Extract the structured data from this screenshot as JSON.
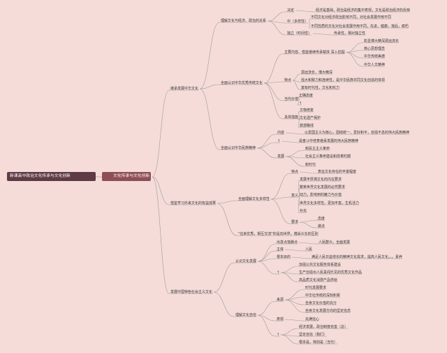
{
  "root": {
    "label": "新课高中政治文化传承与文化创新"
  },
  "main": {
    "label": "文化传承与文化创新"
  },
  "nodes": {
    "b1": "继承发展中华文化",
    "b1_1": "理解文化与经济、政治的关系",
    "b1_1_1": "决定",
    "b1_1_1_1": "经济是基础，政治是经济的集中表现，文化是政治经济的反映",
    "b1_1_2": "中（多样性）",
    "b1_1_2_1": "不同文化对经济政治影响不同，对社会发展作用不同",
    "b1_1_2_2": "不同性质的文化对社会发展作用不同，先进，健康，落后，腐朽",
    "b1_1_3": "独立（时间性）",
    "b1_1_3_1": "传承性，相对独立性",
    "b1_2": "全面认识中华优秀传统文化",
    "b1_2_1": "主要内容、借鉴继续传承载体 深入挖掘",
    "b1_2_1_1": "彰显博大精深源远流长",
    "b1_2_1_2": "核心思想理念",
    "b1_2_1_3": "中华传统美德",
    "b1_2_1_4": "中华人文精神",
    "b1_2_2": "特点",
    "b1_2_2_1": "源远流长，博大精深",
    "b1_2_2_2": "强大和致力和连续性，是中华民族共同文化创造的体现",
    "b1_2_2_3": "富有时代性，文化和实力",
    "b1_2_3": "当代价值",
    "b1_2_3_1": "正确态度",
    "b1_2_3_2": "↑",
    "b1_2_4": "具体措施",
    "b1_2_4_1": "文物修复",
    "b1_2_4_2": "文化遗产保护",
    "b1_2_4_3": "旅游路线",
    "b1_3": "全面认识中华民族精神",
    "b1_3_1": "内容",
    "b1_3_1_1": "以爱国主义为核心，团结统一，爱好和平，自强不息的伟大民族精神",
    "b1_3_2": "↑",
    "b1_3_2_1": "是奋斗中培育继承发展的伟大民族精神",
    "b1_3_3": "发展",
    "b1_3_3_1": "新民主主义革命",
    "b1_3_3_2": "社会主义革命建设和改革时期",
    "b1_3_3_3": "新时代",
    "b2": "借鉴学习外来文化的有益成果",
    "b2_1": "全面理解文化多样性",
    "b2_1_1": "特点",
    "b2_1_1_1": "表征文化存在的丰富程度",
    "b2_1_2": "意义",
    "b2_1_2_1": "发展丰厚溯文化的内在要求",
    "b2_1_2_2": "繁荣世界文化发展的必然要求",
    "b2_1_2_3": "动力，影响到的魅力与价值",
    "b2_1_2_4": "世界文化多样性，更加丰富，生机活力",
    "b2_1_2_5": "补充",
    "b2_1_3": "要求",
    "b2_1_3_1": "态度",
    "b2_1_3_2": "做法",
    "b2_2": "\"往来优秀，相互交流\"你是向世界，博采众长的区别",
    "b3": "发展中国特色社会主义文化",
    "b3_1": "认识文化发展",
    "b3_1_1": "出发点落脚点",
    "b3_1_1_1": "人民群众，全面发展",
    "b3_1_2": "主体",
    "b3_1_2_1": "人民",
    "b3_1_3": "根本目的",
    "b3_1_3_1": "满足人民日益增长的精神文化需求，提高人民文化。。。素养",
    "b3_1_4": "↑",
    "b3_1_4_1": "加强公共文化服务体系建设",
    "b3_1_4_2": "生产创造出人民喜闻乐见的优秀文化作品",
    "b3_1_4_3": "高品质文化消费产品供给",
    "b3_2": "理解文化自信",
    "b3_2_1": "来源",
    "b3_2_1_1": "时代发展要求",
    "b3_2_1_2": "中华社传统的深刻积累",
    "b3_2_1_3": "自身文化价值的充分",
    "b3_2_1_4": "自身文化发展方向的坚定信念",
    "b3_2_2": "表现",
    "b3_2_2_1": "充满信心",
    "b3_2_3": "↑",
    "b3_2_3_1": "经济发展，政治制度完善（总）",
    "b3_2_3_2": "坚定自信（我们）",
    "b3_2_3_3": "根本是，特别是（当代）"
  },
  "colors": {
    "background": "#f5dcd9",
    "root_fill": "#5e3b45",
    "main_fill": "#8e4e57",
    "line": "#9a9a9a",
    "text": "#333333"
  }
}
